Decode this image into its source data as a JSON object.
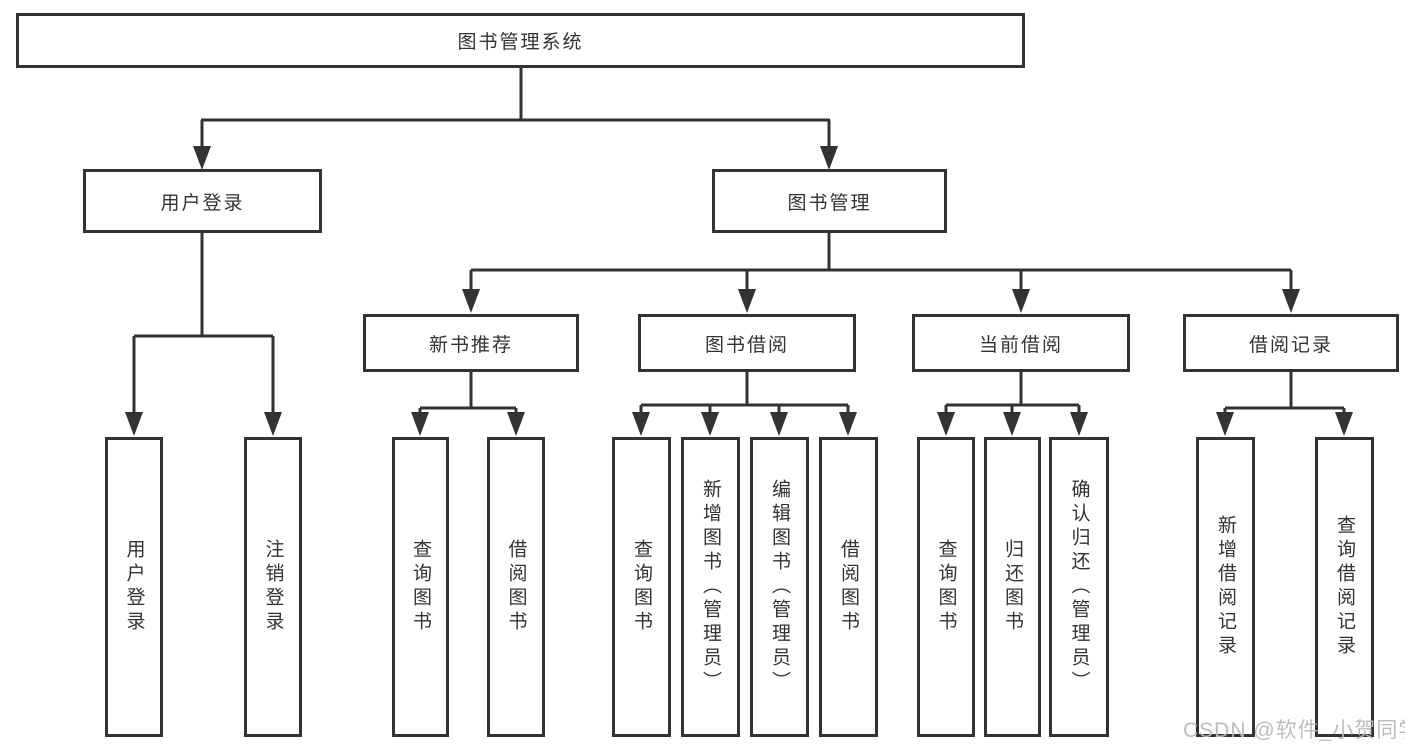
{
  "diagram_type": "hierarchy-tree",
  "watermark": "CSDN @软件_小贺同学",
  "colors": {
    "line": "#333333",
    "box_border": "#333333",
    "box_fill": "#ffffff",
    "text": "#333333",
    "watermark": "#b9b9b9"
  },
  "nodes": {
    "root": {
      "label": "图书管理系统"
    },
    "user_login": {
      "label": "用户登录"
    },
    "book_mgmt": {
      "label": "图书管理"
    },
    "ul_login": {
      "label": "用户登录"
    },
    "ul_logout": {
      "label": "注销登录"
    },
    "new_book_rec": {
      "label": "新书推荐"
    },
    "book_borrow": {
      "label": "图书借阅"
    },
    "current_borrow": {
      "label": "当前借阅"
    },
    "borrow_records": {
      "label": "借阅记录"
    },
    "nb_query": {
      "label": "查询图书"
    },
    "nb_borrow": {
      "label": "借阅图书"
    },
    "bb_query": {
      "label": "查询图书"
    },
    "bb_add": {
      "label": "新增图书（管理员）"
    },
    "bb_edit": {
      "label": "编辑图书（管理员）"
    },
    "bb_borrow": {
      "label": "借阅图书"
    },
    "cb_query": {
      "label": "查询图书"
    },
    "cb_return": {
      "label": "归还图书"
    },
    "cb_confirm": {
      "label": "确认归还（管理员）"
    },
    "br_add": {
      "label": "新增借阅记录"
    },
    "br_query": {
      "label": "查询借阅记录"
    }
  },
  "hierarchy": {
    "root": [
      "user_login",
      "book_mgmt"
    ],
    "user_login": [
      "ul_login",
      "ul_logout"
    ],
    "book_mgmt": [
      "new_book_rec",
      "book_borrow",
      "current_borrow",
      "borrow_records"
    ],
    "new_book_rec": [
      "nb_query",
      "nb_borrow"
    ],
    "book_borrow": [
      "bb_query",
      "bb_add",
      "bb_edit",
      "bb_borrow"
    ],
    "current_borrow": [
      "cb_query",
      "cb_return",
      "cb_confirm"
    ],
    "borrow_records": [
      "br_add",
      "br_query"
    ]
  }
}
